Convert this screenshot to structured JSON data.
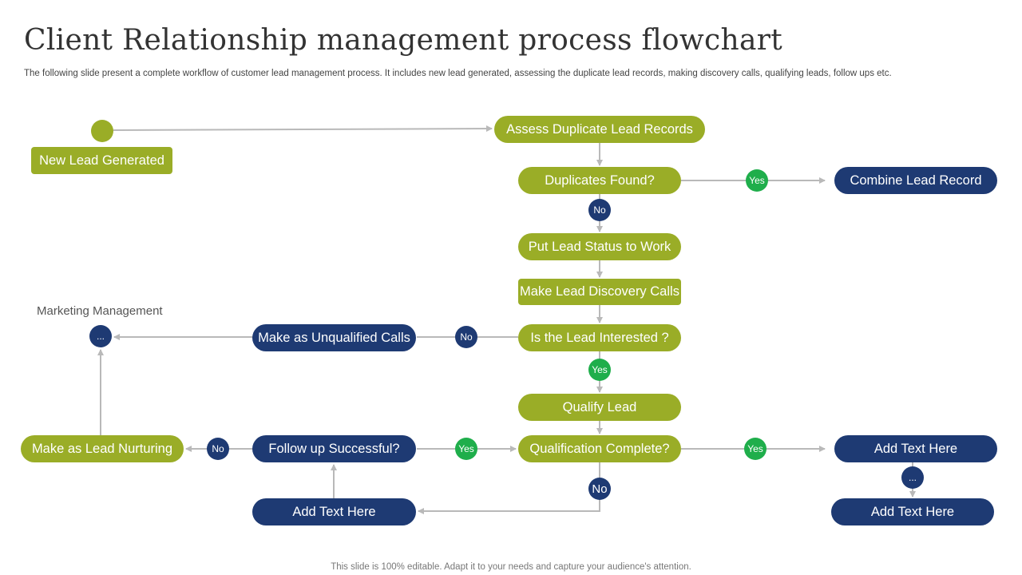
{
  "header": {
    "title": "Client Relationship management process flowchart",
    "subtitle": "The following slide present a complete workflow of customer lead management process. It includes new lead generated, assessing the duplicate lead records, making discovery calls, qualifying leads, follow ups etc."
  },
  "footer": {
    "note": "This slide is 100% editable. Adapt it to your needs and capture your audience's attention."
  },
  "labels": {
    "marketing_management": "Marketing Management"
  },
  "nodes": {
    "new_lead": "New Lead Generated",
    "assess_duplicates": "Assess Duplicate Lead Records",
    "duplicates_found": "Duplicates Found?",
    "combine_lead": "Combine Lead Record",
    "put_lead_status": "Put Lead Status to Work",
    "discovery_calls": "Make Lead Discovery Calls",
    "lead_interested": "Is the Lead Interested  ?",
    "unqualified_calls": "Make as Unqualified Calls",
    "qualify_lead": "Qualify Lead",
    "qualification_complete": "Qualification Complete?",
    "follow_up": "Follow up Successful?",
    "lead_nurturing": "Make as Lead Nurturing",
    "add_text_bottom_left": "Add Text Here",
    "add_text_right_top": "Add Text Here",
    "add_text_right_bottom": "Add Text Here"
  },
  "badges": {
    "yes": "Yes",
    "no": "No",
    "ellipsis": "..."
  },
  "colors": {
    "green": "#9aad27",
    "navy": "#1e3a73",
    "yes_green": "#1fae4b",
    "connector": "#b9b9b9"
  }
}
